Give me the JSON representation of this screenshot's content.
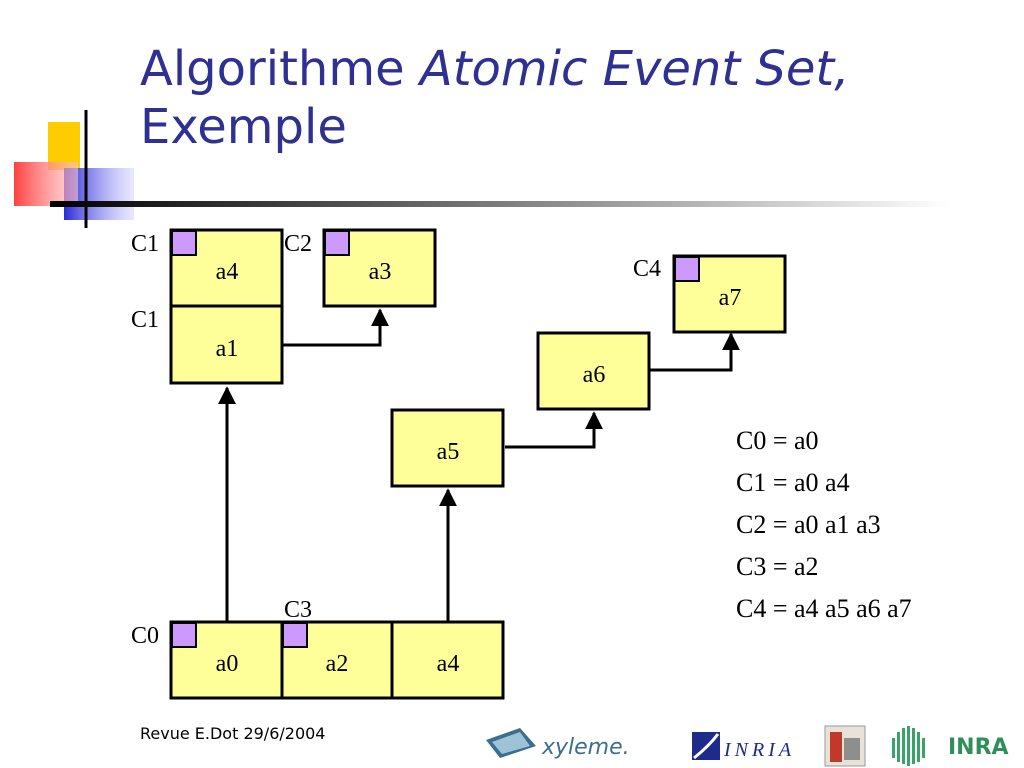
{
  "slide": {
    "title_main": "Algorithme ",
    "title_italic": "Atomic Event Set,",
    "title_line2": "Exemple"
  },
  "diagram": {
    "nodes": {
      "a4_top": "a4",
      "a3": "a3",
      "a1": "a1",
      "a7": "a7",
      "a6": "a6",
      "a5": "a5",
      "a0": "a0",
      "a2": "a2",
      "a4_bottom": "a4"
    },
    "labels": {
      "c1_top": "C1",
      "c2": "C2",
      "c1_mid": "C1",
      "c4": "C4",
      "c3": "C3",
      "c0": "C0"
    }
  },
  "equations": [
    "C0 = a0",
    "C1 = a0 a4",
    "C2 = a0 a1 a3",
    "C3 = a2",
    "C4 = a4 a5 a6 a7"
  ],
  "footer": {
    "text": "Revue E.Dot 29/6/2004"
  },
  "logos": {
    "inria_text": "INRIA",
    "inra_text": "INRA"
  },
  "colors": {
    "title": "#2e3192",
    "node_fill": "#ffff99",
    "marker_fill": "#cc99ff"
  }
}
